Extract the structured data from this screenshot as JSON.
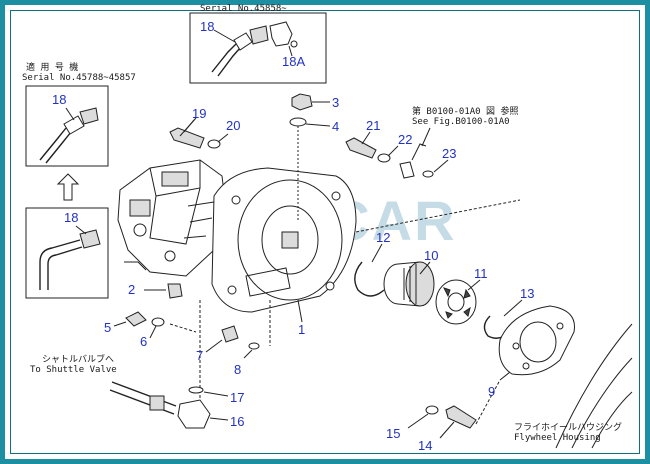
{
  "watermark": "SUNCAR",
  "notes": {
    "serial_top": "Serial No.45858~",
    "applicable_jp": "適 用 号 機",
    "serial_left": "Serial No.45788~45857",
    "see_fig_jp": "第 B0100-01A0 図 参照",
    "see_fig_en": "See Fig.B0100-01A0",
    "shuttle_jp": "シャトルバルブへ",
    "shuttle_en": "To Shuttle Valve",
    "flywheel_jp": "フライホイールハウジング",
    "flywheel_en": "Flywheel Housing"
  },
  "callouts": {
    "c1": "1",
    "c2": "2",
    "c3": "3",
    "c4": "4",
    "c5": "5",
    "c6": "6",
    "c7": "7",
    "c8": "8",
    "c9": "9",
    "c10": "10",
    "c11": "11",
    "c12": "12",
    "c13": "13",
    "c14": "14",
    "c15": "15",
    "c16": "16",
    "c17": "17",
    "c18_top": "18",
    "c18a": "18A",
    "c18_left_a": "18",
    "c18_left_b": "18",
    "c19": "19",
    "c20": "20",
    "c21": "21",
    "c22": "22",
    "c23": "23"
  },
  "colors": {
    "frame": "#1d8fa3",
    "callout": "#2233c0",
    "watermark": "#7fb3c8"
  }
}
